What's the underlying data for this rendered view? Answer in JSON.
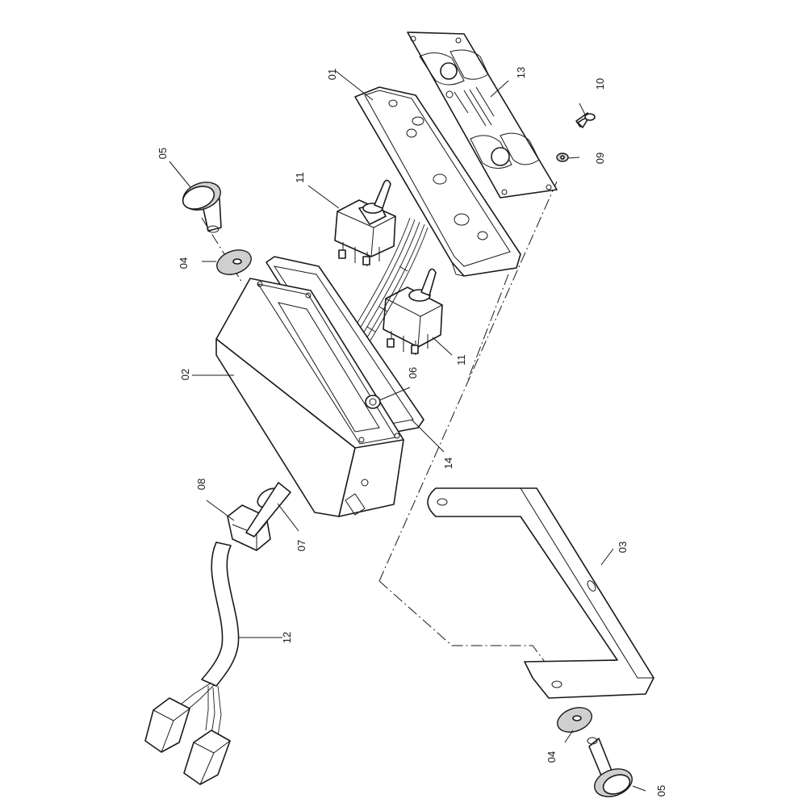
{
  "callouts": {
    "c01": "01",
    "c02": "02",
    "c03": "03",
    "c04a": "04",
    "c04b": "04",
    "c05a": "05",
    "c05b": "05",
    "c06": "06",
    "c07": "07",
    "c08": "08",
    "c09": "09",
    "c10": "10",
    "c11a": "11",
    "c11b": "11",
    "c12": "12",
    "c13": "13",
    "c14": "14"
  },
  "colors": {
    "line": "#1a1a1a",
    "background": "#ffffff",
    "shade": "#cfcfcf"
  }
}
